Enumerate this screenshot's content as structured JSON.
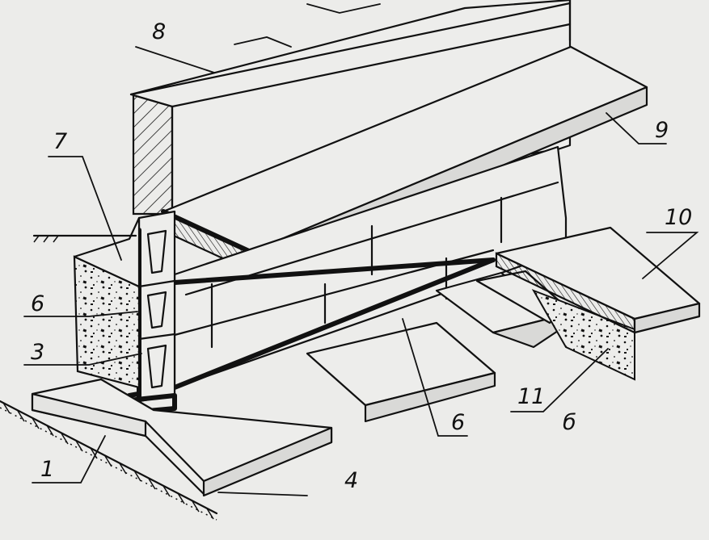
{
  "labels": {
    "l1": "1",
    "l3": "3",
    "l4": "4",
    "l6a": "6",
    "l6b": "6",
    "l7": "7",
    "l8": "8",
    "l9": "9",
    "l10": "10",
    "l11": "11",
    "variant": "б"
  },
  "colors": {
    "ink": "#111111",
    "paper": "#ececea"
  }
}
